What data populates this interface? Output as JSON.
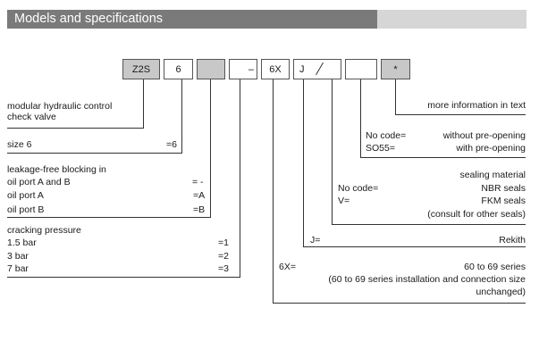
{
  "title": "Models and specifications",
  "code": {
    "cells": [
      "Z2S",
      "6",
      "",
      "",
      "6X",
      "J",
      "",
      ""
    ],
    "separator": "–",
    "star": "*"
  },
  "items": {
    "more_info": "more information in text",
    "type_line1": "modular hydraulic control",
    "type_line2": "check valve",
    "size_label": "size 6",
    "size_code": "=6",
    "pre_opening_nocode": "No code=",
    "pre_opening_nocode_desc": "without pre-opening",
    "pre_opening_so55": "SO55=",
    "pre_opening_so55_desc": "with pre-opening",
    "leak_line1": "leakage-free blocking in",
    "leak_ab": "oil port A and B",
    "leak_ab_code": "= -",
    "leak_a": "oil port A",
    "leak_a_code": "=A",
    "leak_b": "oil port B",
    "leak_b_code": "=B",
    "seal_title": "sealing material",
    "seal_nocode": "No code=",
    "seal_nbr": "NBR seals",
    "seal_v": "V=",
    "seal_fkm": "FKM seals",
    "seal_consult": "(consult for other seals)",
    "crack_title": "cracking pressure",
    "crack_15": "1.5 bar",
    "crack_15_code": "=1",
    "crack_3": "3 bar",
    "crack_3_code": "=2",
    "crack_7": "7 bar",
    "crack_7_code": "=3",
    "j_code": "J=",
    "j_desc": "Rekith",
    "series_code": "6X=",
    "series_desc": "60 to 69 series",
    "series_note1": "(60 to 69 series installation and connection size",
    "series_note2": "unchanged)"
  }
}
